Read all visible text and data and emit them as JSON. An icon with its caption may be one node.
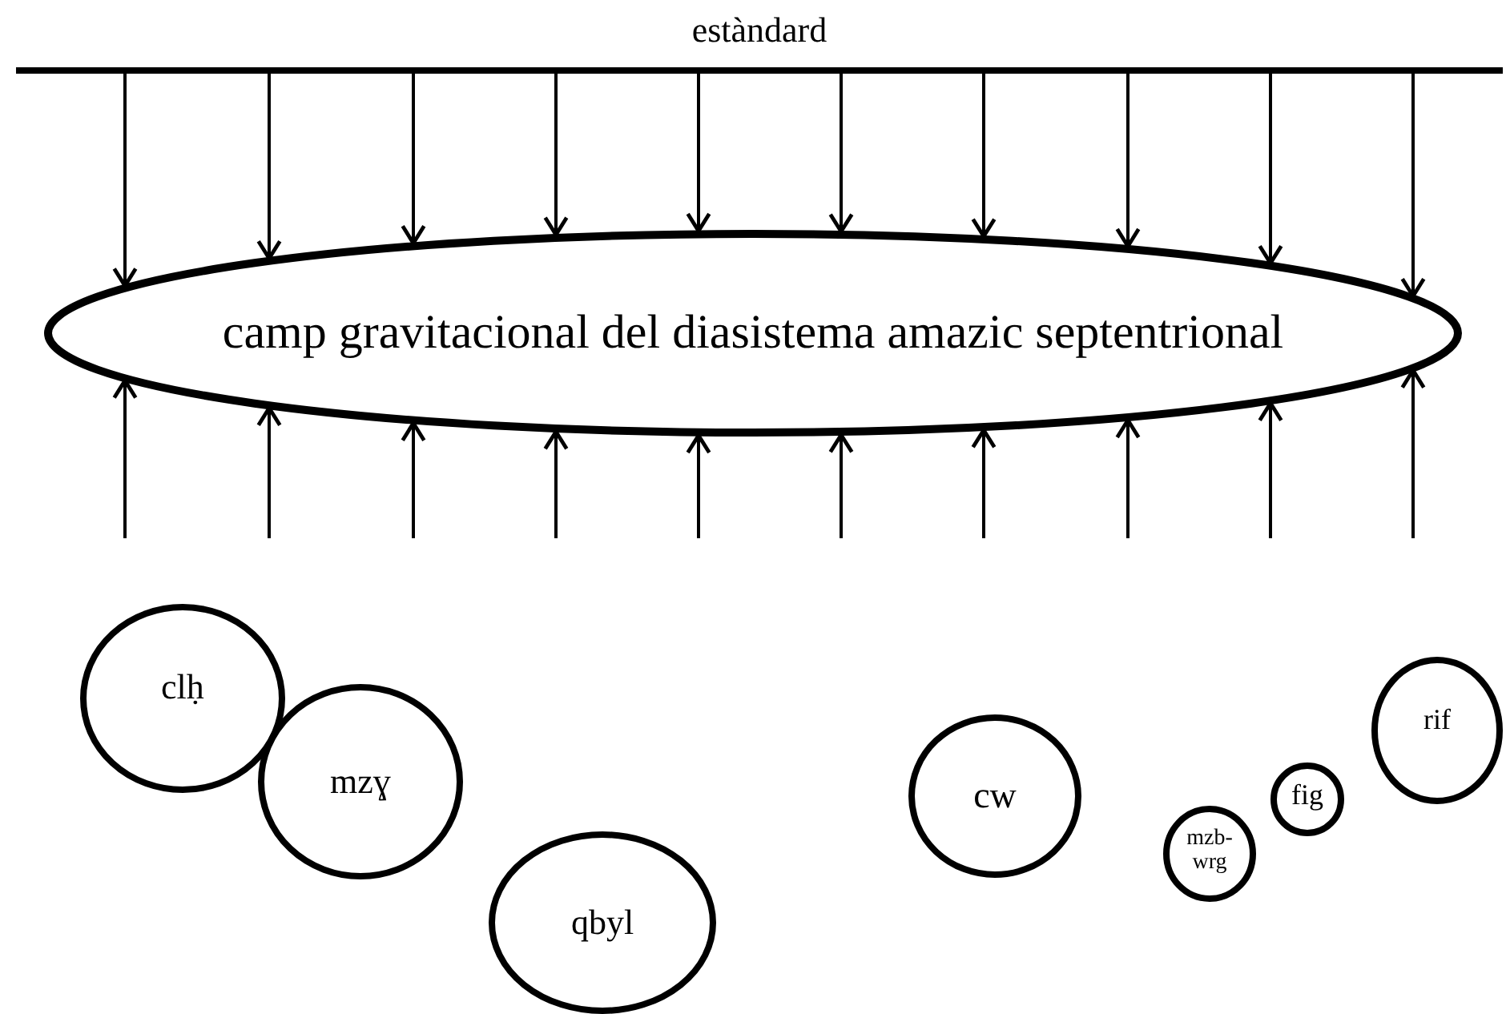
{
  "diagram": {
    "nodes": [
      {
        "text": [
          "estàndard"
        ]
      },
      {
        "text": [
          "camp gravitacional del diasistema amazic septentrional"
        ]
      },
      {
        "text": [
          "clḥ"
        ]
      },
      {
        "text": [
          "mzɣ"
        ]
      },
      {
        "text": [
          "qbyl"
        ]
      },
      {
        "text": [
          "cw"
        ]
      },
      {
        "text": [
          "mzb- wrg"
        ]
      },
      {
        "text": [
          "fig"
        ]
      },
      {
        "text": [
          "rif"
        ]
      }
    ],
    "edges": [
      {
        "from": 0,
        "to": 1,
        "arrow": "to"
      },
      {
        "from": 0,
        "to": 1,
        "arrow": "to"
      },
      {
        "from": 0,
        "to": 1,
        "arrow": "to"
      },
      {
        "from": 0,
        "to": 1,
        "arrow": "to"
      },
      {
        "from": 0,
        "to": 1,
        "arrow": "to"
      },
      {
        "from": 0,
        "to": 1,
        "arrow": "to"
      },
      {
        "from": 0,
        "to": 1,
        "arrow": "to"
      },
      {
        "from": 0,
        "to": 1,
        "arrow": "to"
      },
      {
        "from": 0,
        "to": 1,
        "arrow": "to"
      },
      {
        "from": 0,
        "to": 1,
        "arrow": "to"
      },
      {
        "from": null,
        "to": 1,
        "arrow": "to"
      },
      {
        "from": null,
        "to": 1,
        "arrow": "to"
      },
      {
        "from": null,
        "to": 1,
        "arrow": "to"
      },
      {
        "from": null,
        "to": 1,
        "arrow": "to"
      },
      {
        "from": null,
        "to": 1,
        "arrow": "to"
      },
      {
        "from": null,
        "to": 1,
        "arrow": "to"
      },
      {
        "from": null,
        "to": 1,
        "arrow": "to"
      },
      {
        "from": null,
        "to": 1,
        "arrow": "to"
      },
      {
        "from": null,
        "to": 1,
        "arrow": "to"
      },
      {
        "from": null,
        "to": 1,
        "arrow": "to"
      }
    ]
  }
}
